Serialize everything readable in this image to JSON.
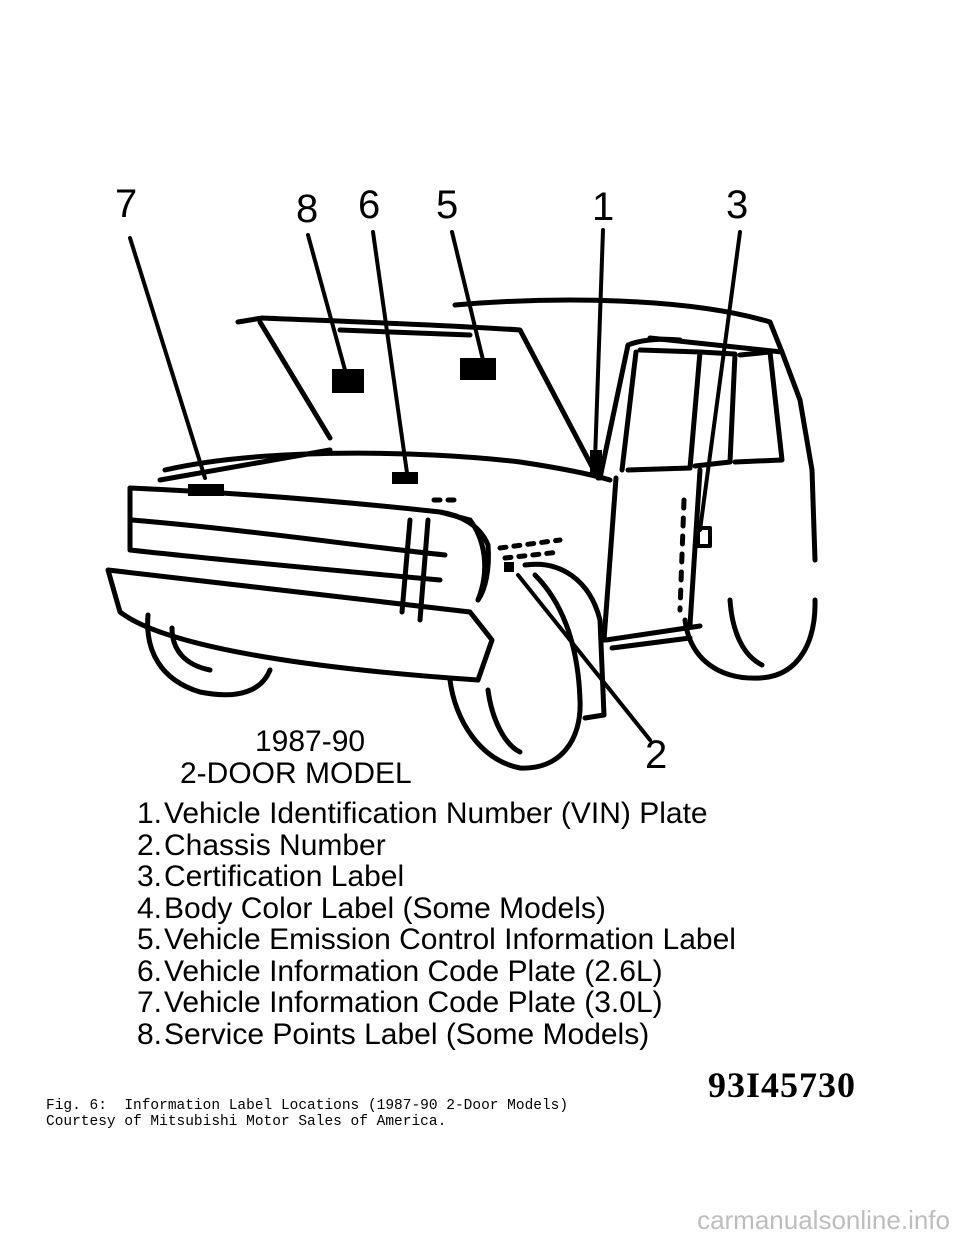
{
  "callouts": {
    "c1": "1",
    "c2": "2",
    "c3": "3",
    "c5": "5",
    "c6": "6",
    "c7": "7",
    "c8": "8"
  },
  "model": {
    "years": "1987-90",
    "name": "2-DOOR MODEL"
  },
  "legend": [
    {
      "num": "1.",
      "text": "Vehicle Identification Number (VIN) Plate"
    },
    {
      "num": "2.",
      "text": "Chassis Number"
    },
    {
      "num": "3.",
      "text": "Certification Label"
    },
    {
      "num": "4.",
      "text": "Body Color Label (Some Models)"
    },
    {
      "num": "5.",
      "text": "Vehicle Emission Control Information Label"
    },
    {
      "num": "6.",
      "text": "Vehicle Information Code Plate (2.6L)"
    },
    {
      "num": "7.",
      "text": "Vehicle Information Code Plate (3.0L)"
    },
    {
      "num": "8.",
      "text": "Service Points Label (Some Models)"
    }
  ],
  "figure_code": "93I45730",
  "caption": {
    "line1": "Fig. 6:  Information Label Locations (1987-90 2-Door Models)",
    "line2": "Courtesy of Mitsubishi Motor Sales of America."
  },
  "watermark": "carmanualsonline.info"
}
